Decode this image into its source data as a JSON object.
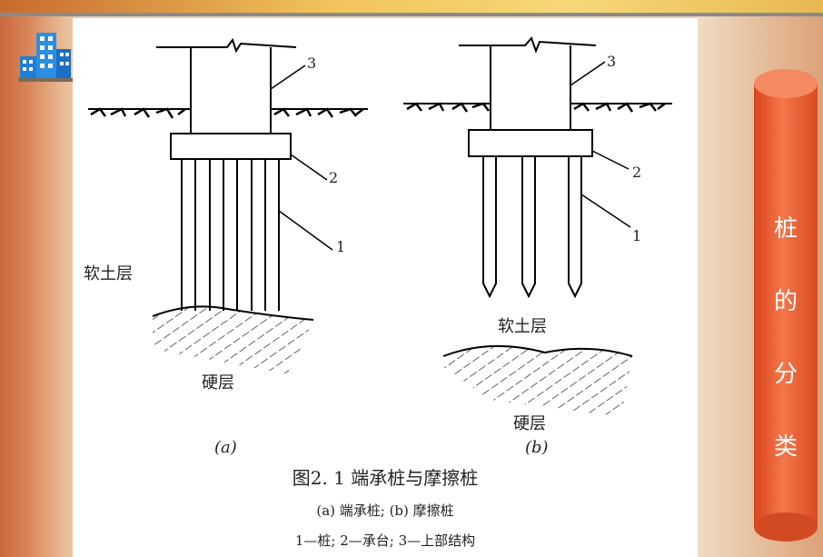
{
  "sidebar": {
    "title_chars": [
      "桩",
      "的",
      "分",
      "类"
    ]
  },
  "figure": {
    "panel_a": {
      "soft_layer": "软土层",
      "hard_layer": "硬层",
      "sub_label": "(a)",
      "callouts": [
        "1",
        "2",
        "3"
      ]
    },
    "panel_b": {
      "soft_layer": "软土层",
      "hard_layer": "硬层",
      "sub_label": "(b)",
      "callouts": [
        "1",
        "2",
        "3"
      ]
    },
    "caption": "图2. 1 端承桩与摩擦桩",
    "subcaption": "(a) 端承桩; (b) 摩擦桩",
    "legend": "1—桩; 2—承台; 3—上部结构"
  },
  "colors": {
    "accent": "#e8562a",
    "cylinder": "#ef6a3c",
    "line": "#000000"
  },
  "icons": {
    "logo": "building-icon"
  }
}
